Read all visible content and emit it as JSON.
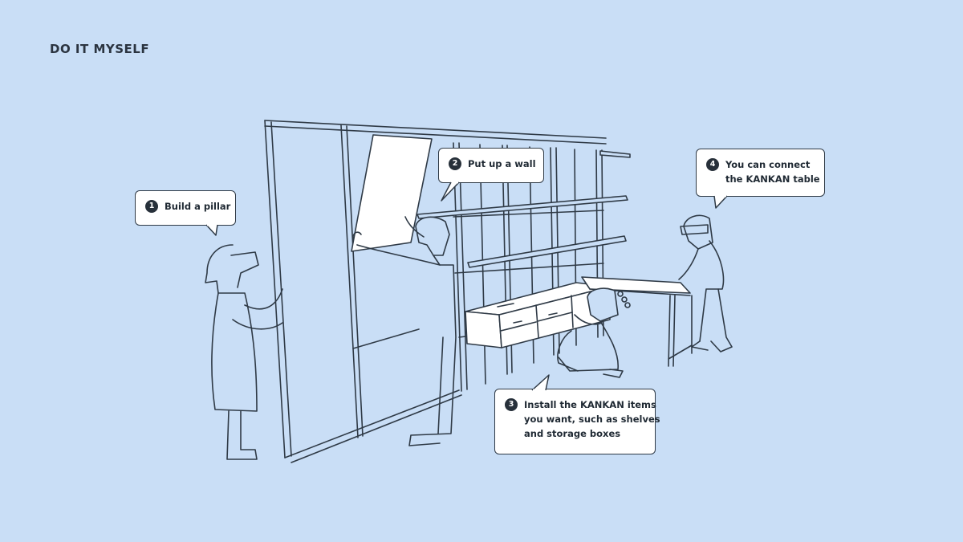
{
  "page": {
    "title": "DO IT MYSELF"
  },
  "steps": [
    {
      "number": "1",
      "lines": [
        "Build a pillar"
      ]
    },
    {
      "number": "2",
      "lines": [
        "Put up a wall"
      ]
    },
    {
      "number": "3",
      "lines": [
        "Install the KANKAN items",
        "you want, such as shelves",
        "and storage boxes"
      ]
    },
    {
      "number": "4",
      "lines": [
        "You can connect",
        "the KANKAN table"
      ]
    }
  ],
  "colors": {
    "background": "#c9def6",
    "line": "#2f3a46",
    "callout_fill": "#ffffff",
    "badge": "#27303a"
  }
}
